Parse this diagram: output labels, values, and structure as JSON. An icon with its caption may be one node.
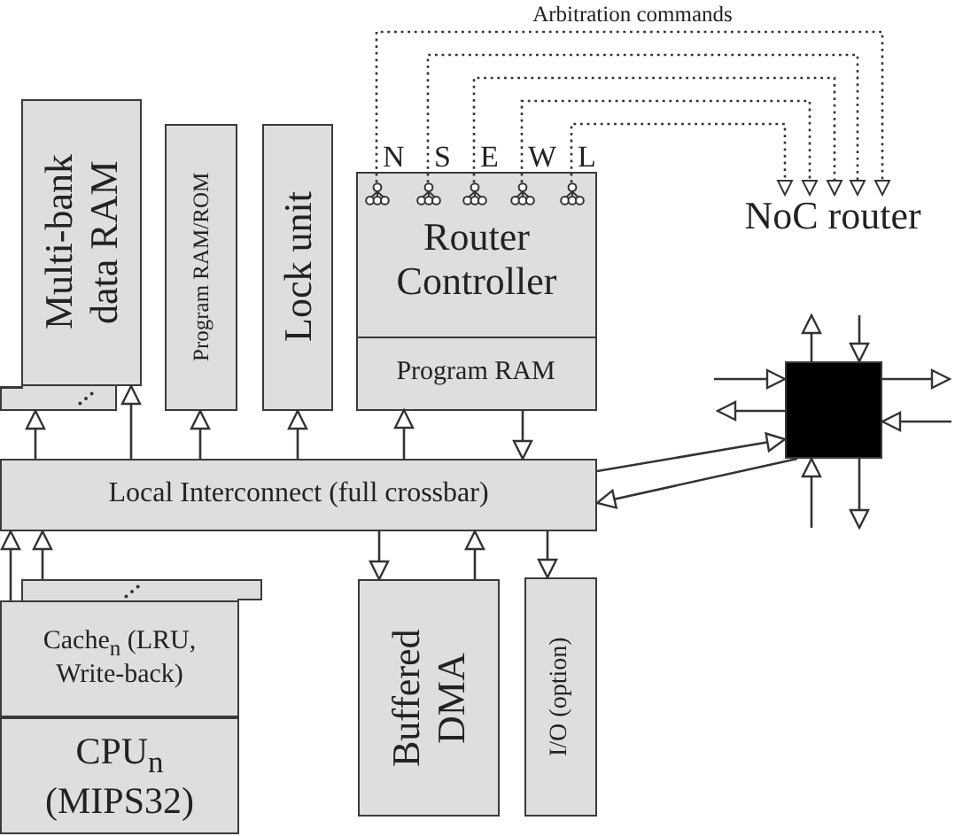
{
  "diagram": {
    "nodes": [
      {
        "text": [],
        "shape": "box"
      },
      {
        "text": [
          "Multi-bank data RAM"
        ]
      },
      {
        "text": [
          "Program RAM/ROM"
        ]
      },
      {
        "text": [
          "Lock unit"
        ]
      },
      {
        "text": [
          "Router Controller"
        ]
      },
      {
        "text": [],
        "shape": "picture",
        "in": 4
      },
      {
        "text": [],
        "shape": "picture",
        "in": 4
      },
      {
        "text": [],
        "shape": "picture",
        "in": 4
      },
      {
        "text": [],
        "shape": "picture",
        "in": 4
      },
      {
        "text": [],
        "shape": "picture",
        "in": 4
      },
      {
        "text": [
          "Program RAM"
        ],
        "in": 4
      },
      {
        "text": [
          "NoC router"
        ]
      },
      {
        "text": [],
        "shape": "box"
      },
      {
        "text": [
          "Local Interconnect (full crossbar)"
        ]
      },
      {
        "text": [],
        "shape": "box"
      },
      {
        "text": [
          "Cache$_{n}$ (LRU, Write-back)"
        ]
      },
      {
        "text": [
          "CPU$_{n}$ (MIPS32)"
        ]
      },
      {
        "text": [
          "Buffered DMA"
        ]
      },
      {
        "text": [
          "I/O (option)"
        ]
      }
    ],
    "edges": [
      {
        "from": 13,
        "to": 0,
        "arrow": "to"
      },
      {
        "from": 13,
        "to": 1,
        "arrow": "to"
      },
      {
        "from": 13,
        "to": 2,
        "arrow": "to"
      },
      {
        "from": 13,
        "to": 3,
        "arrow": "to"
      },
      {
        "from": 13,
        "to": 10,
        "arrow": "to"
      },
      {
        "from": 10,
        "to": 13,
        "arrow": "to"
      },
      {
        "from": 5,
        "to": 11,
        "arrow": "to",
        "style": "dashed"
      },
      {
        "from": 6,
        "to": 11,
        "arrow": "to",
        "style": "dashed"
      },
      {
        "from": 7,
        "to": 11,
        "arrow": "to",
        "style": "dashed"
      },
      {
        "from": 8,
        "to": 11,
        "arrow": "to",
        "style": "dashed"
      },
      {
        "from": 9,
        "to": 11,
        "arrow": "to",
        "style": "dashed"
      },
      {
        "from": 12,
        "to": null,
        "arrow": "to"
      },
      {
        "from": null,
        "to": 12,
        "arrow": "to"
      },
      {
        "from": null,
        "to": 12,
        "arrow": "to"
      },
      {
        "from": 12,
        "to": null,
        "arrow": "to"
      },
      {
        "from": 12,
        "to": null,
        "arrow": "to"
      },
      {
        "from": null,
        "to": 12,
        "arrow": "to"
      },
      {
        "from": null,
        "to": 12,
        "arrow": "to"
      },
      {
        "from": 12,
        "to": null,
        "arrow": "to"
      },
      {
        "from": 13,
        "to": 12,
        "arrow": "to"
      },
      {
        "from": 12,
        "to": 13,
        "arrow": "to"
      },
      {
        "from": 15,
        "to": 13,
        "arrow": "to"
      },
      {
        "from": 14,
        "to": 13,
        "arrow": "to"
      },
      {
        "from": 13,
        "to": 17,
        "arrow": "to"
      },
      {
        "from": 17,
        "to": 13,
        "arrow": "to"
      },
      {
        "from": 13,
        "to": 18,
        "arrow": "to"
      }
    ],
    "labels": [
      "Arbitration commands",
      "N",
      "S",
      "E",
      "W",
      "L"
    ]
  }
}
